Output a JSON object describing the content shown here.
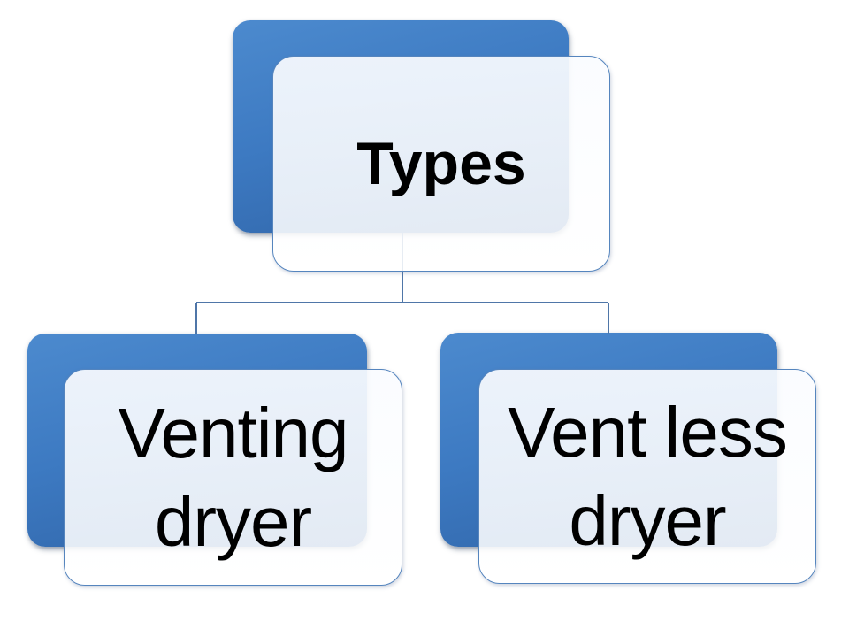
{
  "diagram": {
    "type": "hierarchy",
    "title_node": {
      "label": "Types"
    },
    "child_nodes": [
      {
        "label": "Venting dryer"
      },
      {
        "label": "Vent less dryer"
      }
    ],
    "colors": {
      "panel_blue": "#3d7ac2",
      "panel_blue_light": "#4c8ace",
      "panel_blue_dark": "#2f63a6",
      "front_panel_border": "#5585be",
      "connector_line": "#4f76a8",
      "label_text": "#000000",
      "background": "#ffffff"
    }
  }
}
